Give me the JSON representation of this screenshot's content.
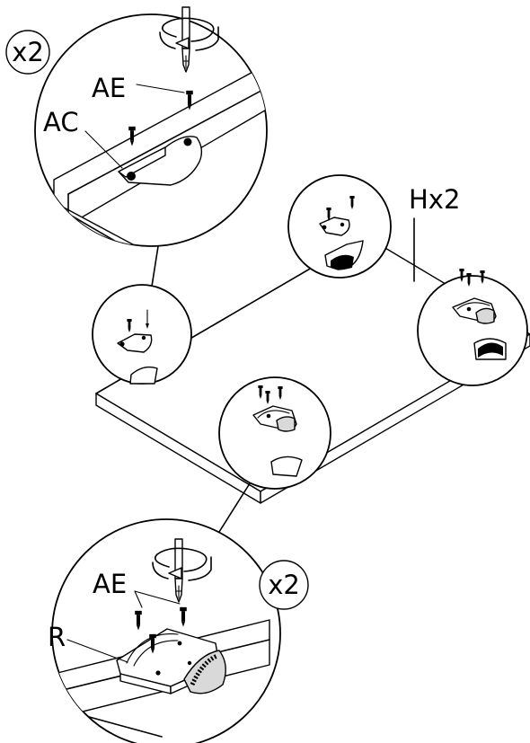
{
  "labels": {
    "top_multiplier": "x2",
    "bottom_multiplier": "x2",
    "screw_top": "AE",
    "bracket_top": "AC",
    "panel": "Hx2",
    "screw_bottom": "AE",
    "wheel_bottom": "R"
  },
  "icons": {
    "top_tool": "screwdriver-rotate-icon",
    "bottom_tool": "screwdriver-rotate-icon"
  }
}
